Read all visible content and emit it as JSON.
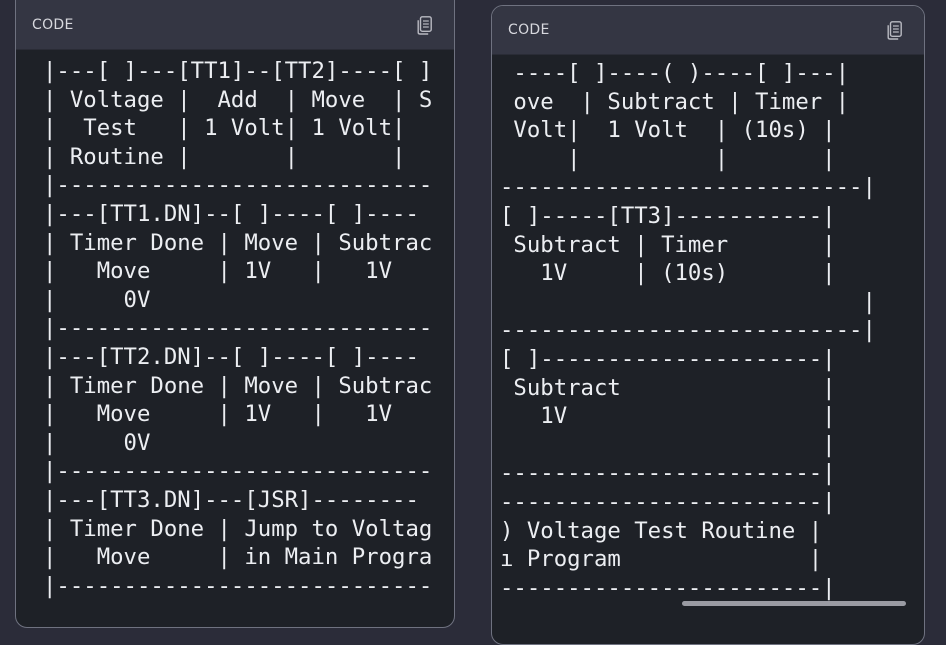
{
  "panels": [
    {
      "label": "CODE",
      "copy_icon": "copy-icon",
      "code": "|---[ ]---[TT1]--[TT2]----[ ]\n| Voltage |  Add  | Move  | S\n|  Test   | 1 Volt| 1 Volt|\n| Routine |       |       |\n|----------------------------\n|---[TT1.DN]--[ ]----[ ]----\n| Timer Done | Move | Subtrac\n|   Move     | 1V   |   1V\n|     0V\n|----------------------------\n|---[TT2.DN]--[ ]----[ ]----\n| Timer Done | Move | Subtrac\n|   Move     | 1V   |   1V\n|     0V\n|----------------------------\n|---[TT3.DN]---[JSR]--------\n| Timer Done | Jump to Voltag\n|   Move     | in Main Progra\n|----------------------------"
    },
    {
      "label": "CODE",
      "copy_icon": "copy-icon",
      "code": " ----[ ]----( )----[ ]---|\n ove  | Subtract | Timer |\n Volt|  1 Volt  | (10s) |\n     |          |       |\n---------------------------|\n[ ]-----[TT3]-----------|\n Subtract | Timer       |\n   1V     | (10s)       |\n                           |\n---------------------------|\n[ ]---------------------|\n Subtract               |\n   1V                   |\n                        |\n------------------------|\n------------------------|\n) Voltage Test Routine |\nı Program              |\n------------------------|"
    }
  ]
}
